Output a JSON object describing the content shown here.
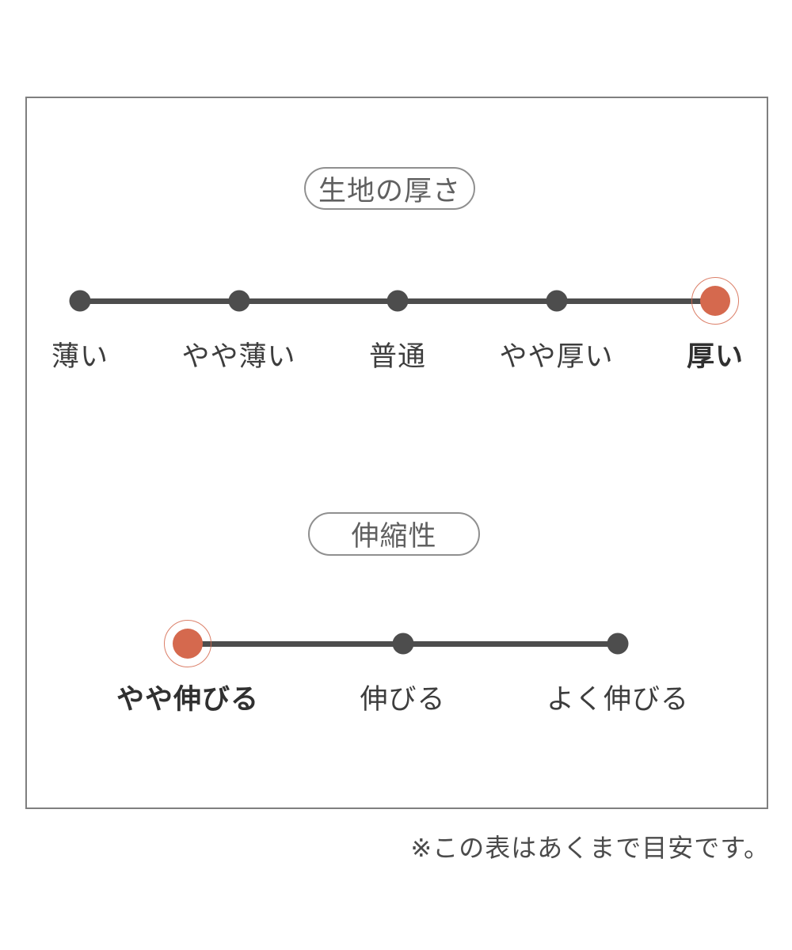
{
  "colors": {
    "accent": "#d5694e",
    "scale_gray": "#4d4d4d",
    "frame_border": "#7f7f7f"
  },
  "sections": [
    {
      "title": "生地の厚さ",
      "options": [
        "薄い",
        "やや薄い",
        "普通",
        "やや厚い",
        "厚い"
      ],
      "selected": "厚い",
      "selected_index": 4
    },
    {
      "title": "伸縮性",
      "options": [
        "やや伸びる",
        "伸びる",
        "よく伸びる"
      ],
      "selected": "やや伸びる",
      "selected_index": 0
    }
  ],
  "footnote": "※この表はあくまで目安です。"
}
